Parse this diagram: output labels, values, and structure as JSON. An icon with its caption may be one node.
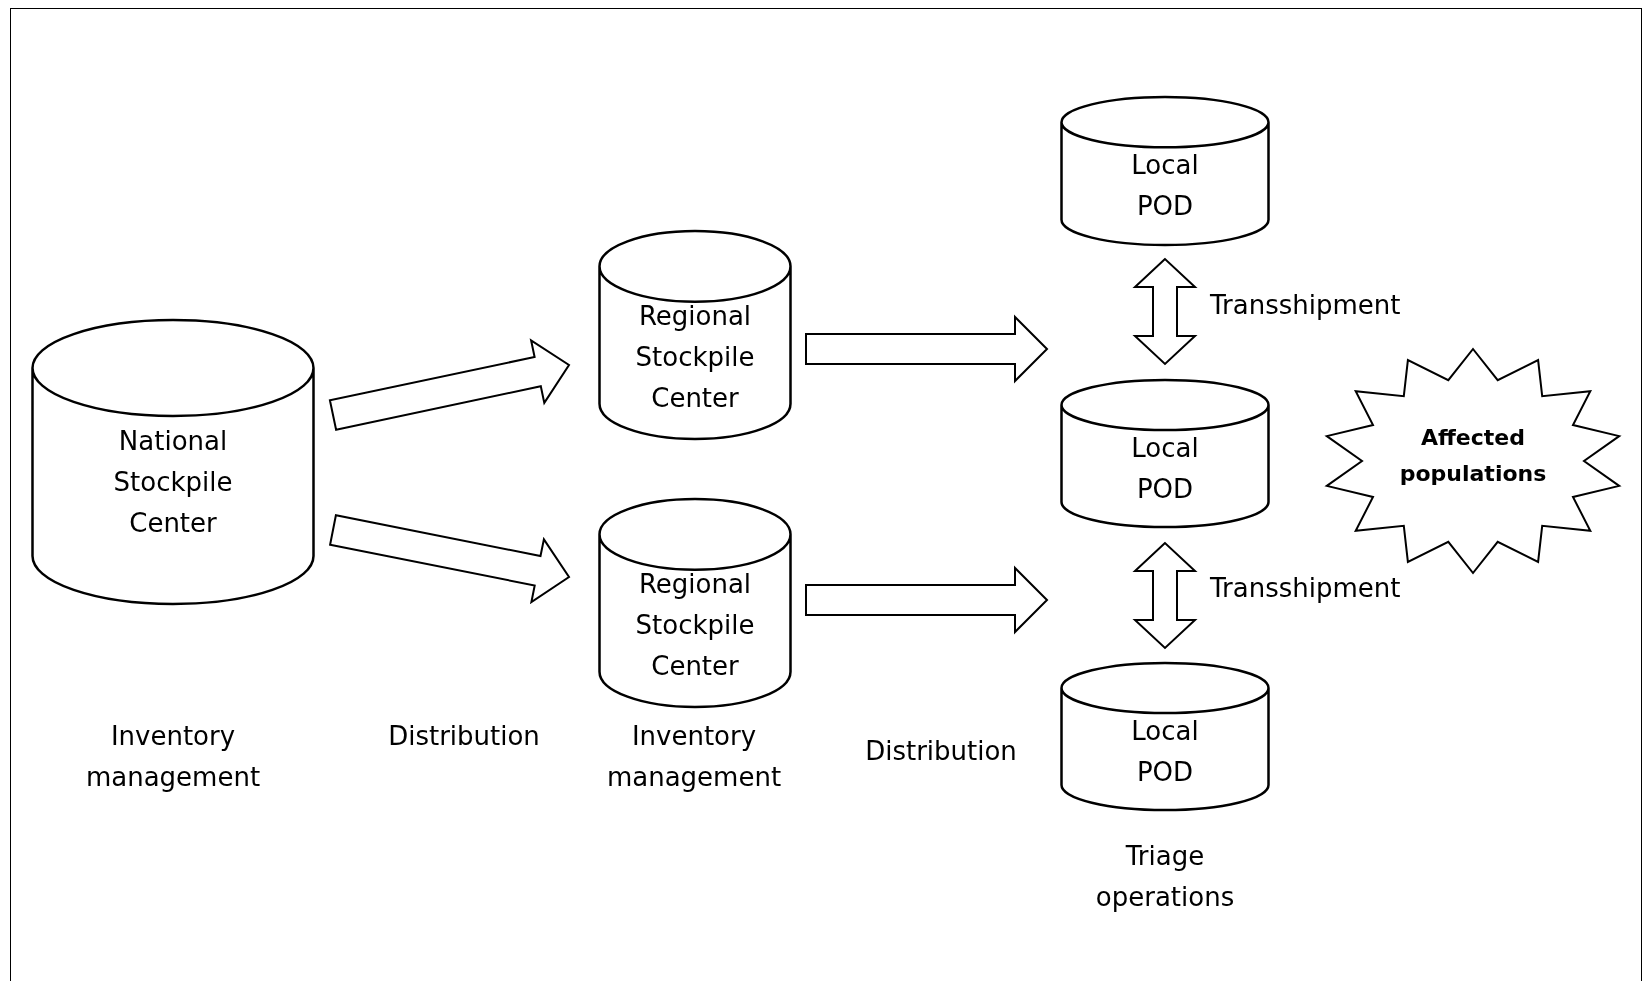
{
  "diagram": {
    "nodes": [
      {
        "text": [
          "National Stockpile Center"
        ]
      },
      {
        "text": [
          "Regional Stockpile Center"
        ]
      },
      {
        "text": [
          "Regional Stockpile Center"
        ]
      },
      {
        "text": [
          "Local POD"
        ]
      },
      {
        "text": [
          "Local POD"
        ]
      },
      {
        "text": [
          "Local POD"
        ],
        "beside": [
          "Triage operations"
        ]
      },
      {
        "text": [
          "Affected populations"
        ]
      }
    ],
    "edges": [
      {
        "from": 0,
        "to": 1,
        "arrow": "to"
      },
      {
        "from": 0,
        "to": 2,
        "arrow": "to"
      },
      {
        "from": 1,
        "to": null,
        "arrow": "to"
      },
      {
        "from": 2,
        "to": null,
        "arrow": "to"
      },
      {
        "from": 3,
        "to": 4,
        "arrow": "both",
        "label": "Transshipment"
      },
      {
        "from": 4,
        "to": 5,
        "arrow": "both",
        "label": "Transshipment"
      }
    ],
    "labels": [
      "Inventory management",
      "Distribution",
      "Inventory management",
      "Distribution"
    ]
  }
}
